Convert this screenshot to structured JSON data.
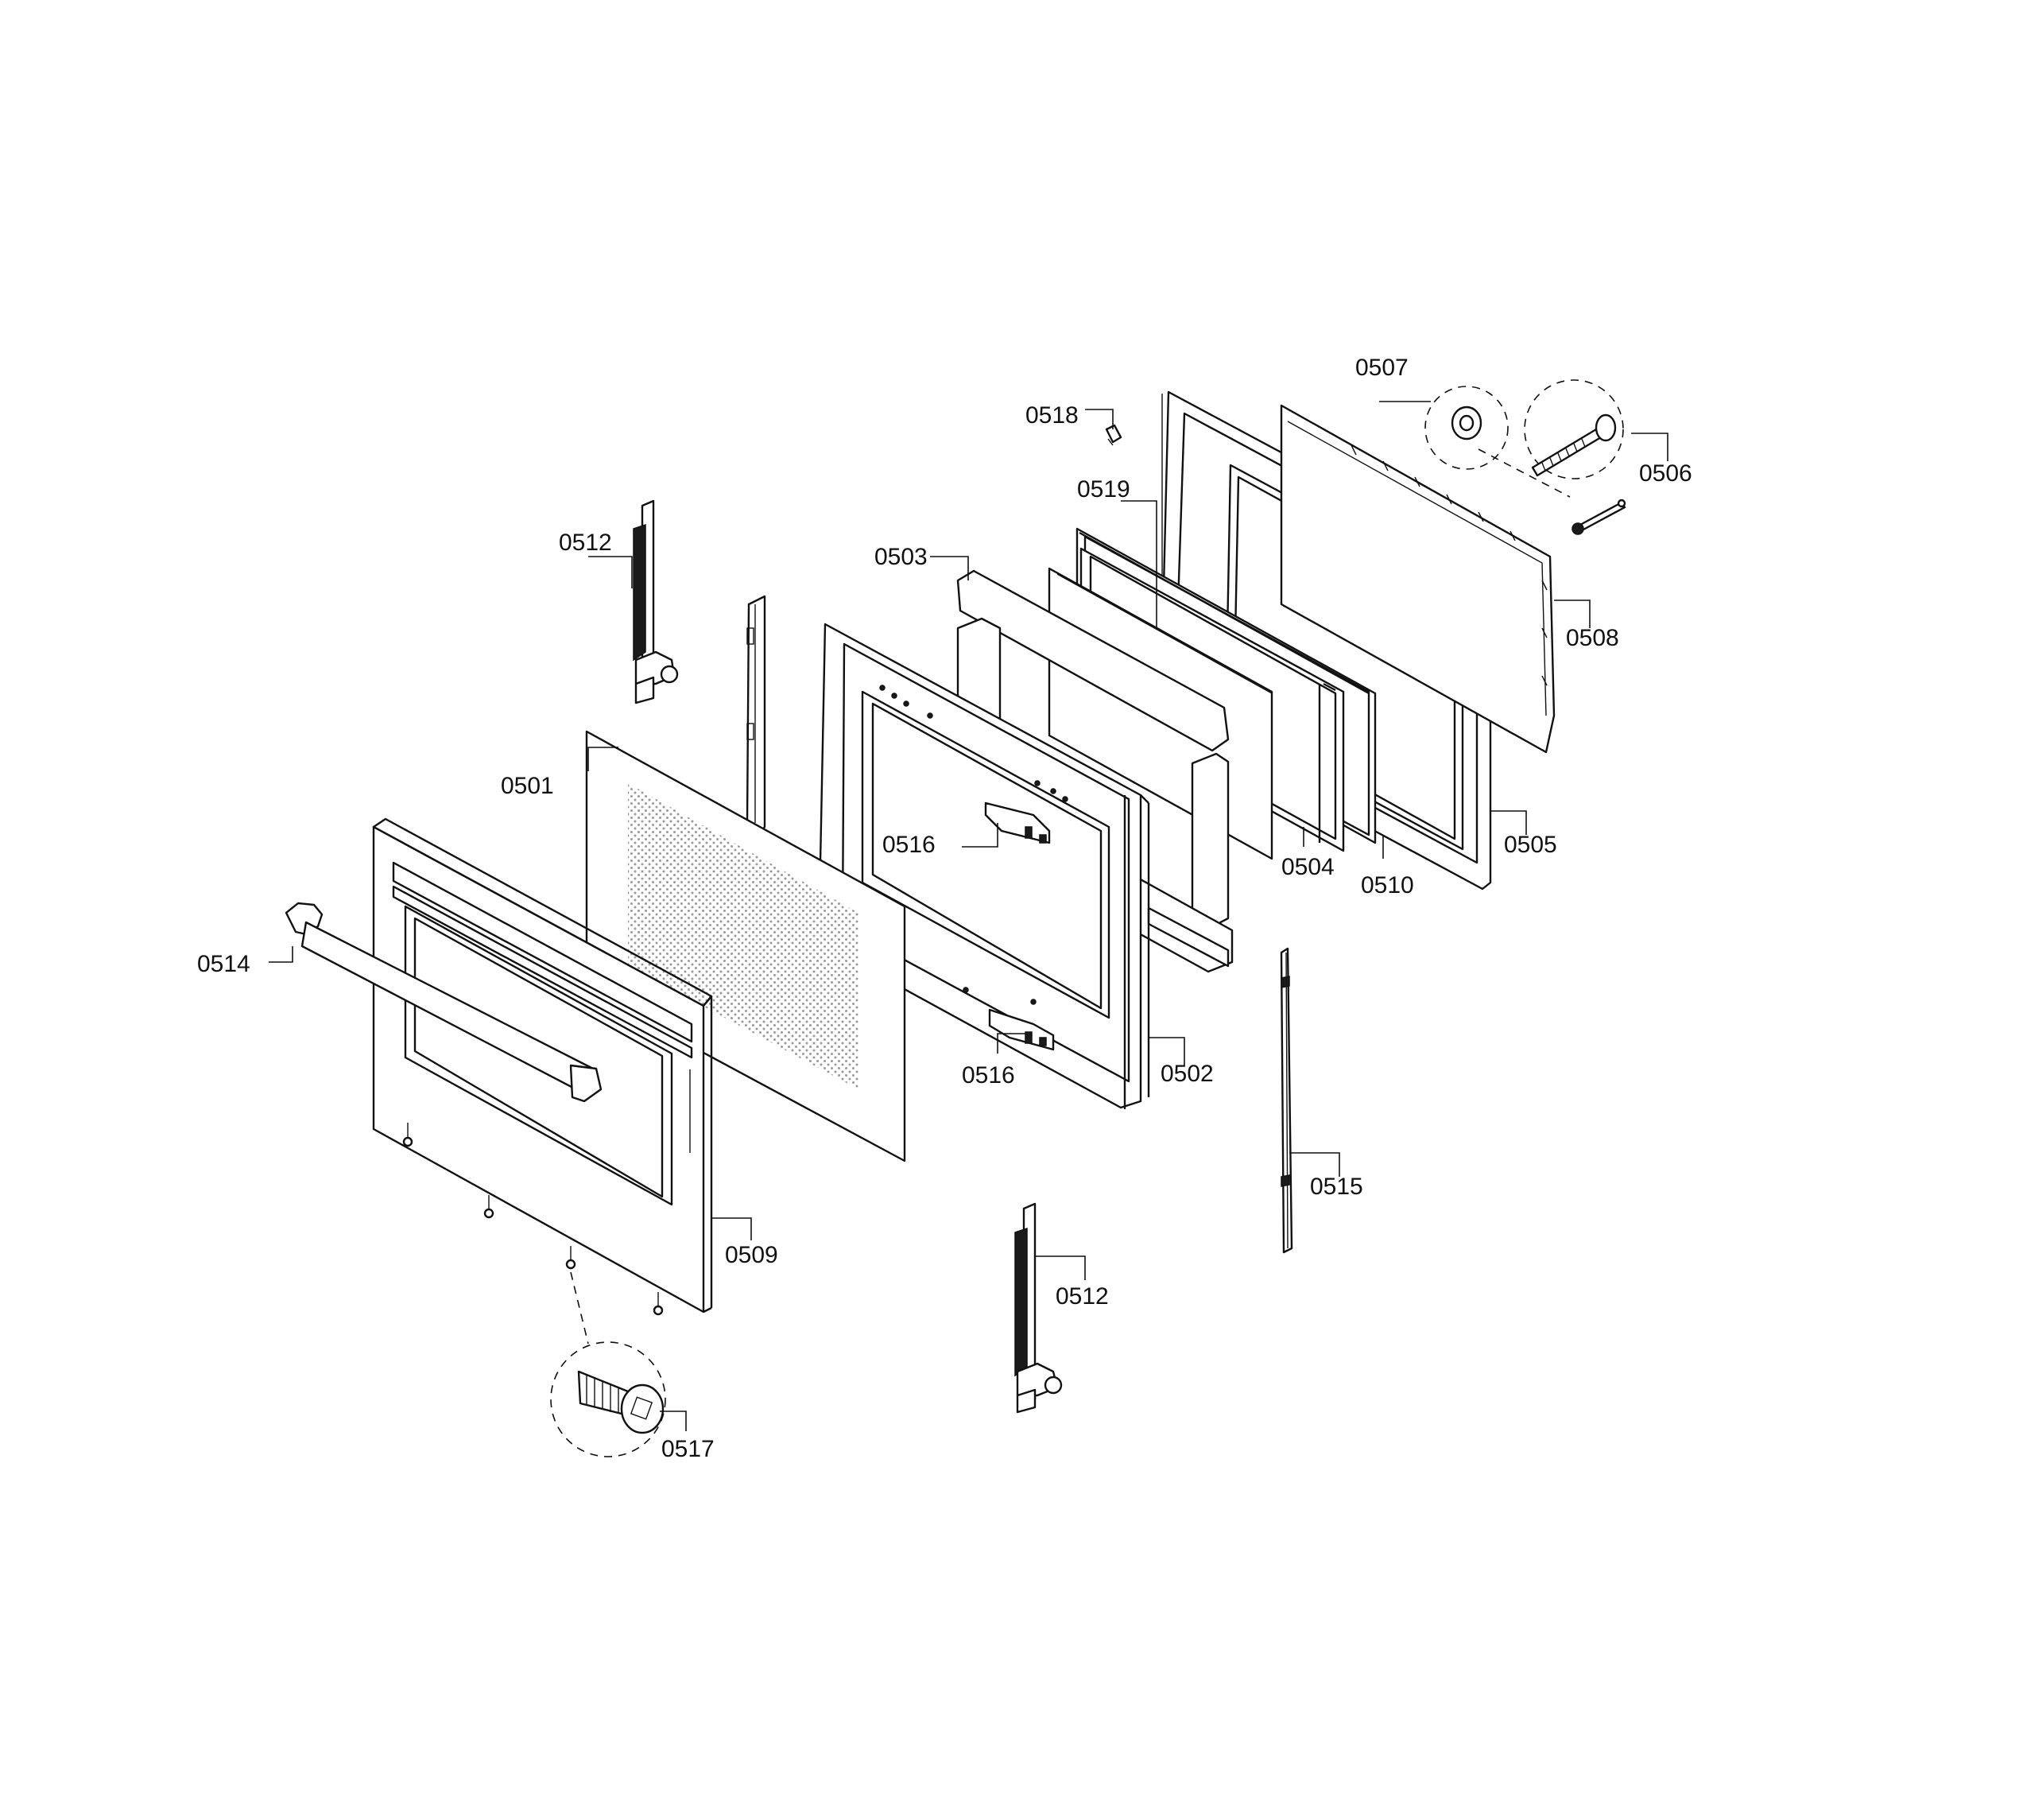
{
  "labels": {
    "p0501": "0501",
    "p0502": "0502",
    "p0503": "0503",
    "p0504": "0504",
    "p0505": "0505",
    "p0506": "0506",
    "p0507": "0507",
    "p0508": "0508",
    "p0509": "0509",
    "p0510": "0510",
    "p0512a": "0512",
    "p0512b": "0512",
    "p0514": "0514",
    "p0515": "0515",
    "p0516a": "0516",
    "p0516b": "0516",
    "p0517": "0517",
    "p0518": "0518",
    "p0519": "0519"
  }
}
